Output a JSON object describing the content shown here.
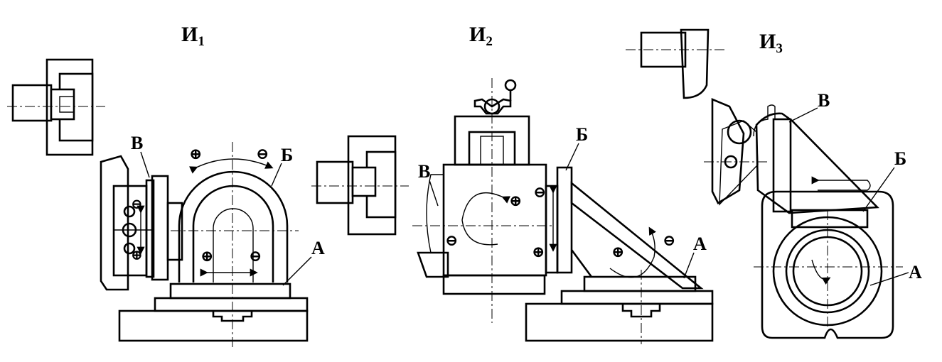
{
  "figures": [
    {
      "id": "И1",
      "title_main": "И",
      "title_sub": "1",
      "labels": {
        "a": "А",
        "b": "Б",
        "v": "В"
      }
    },
    {
      "id": "И2",
      "title_main": "И",
      "title_sub": "2",
      "labels": {
        "a": "А",
        "b": "Б",
        "v": "В"
      }
    },
    {
      "id": "И3",
      "title_main": "И",
      "title_sub": "3",
      "labels": {
        "a": "А",
        "b": "Б",
        "v": "В"
      }
    }
  ],
  "symbols": {
    "plus": "⊕",
    "minus": "⊖"
  },
  "colors": {
    "ink": "#000000",
    "paper": "#ffffff"
  }
}
